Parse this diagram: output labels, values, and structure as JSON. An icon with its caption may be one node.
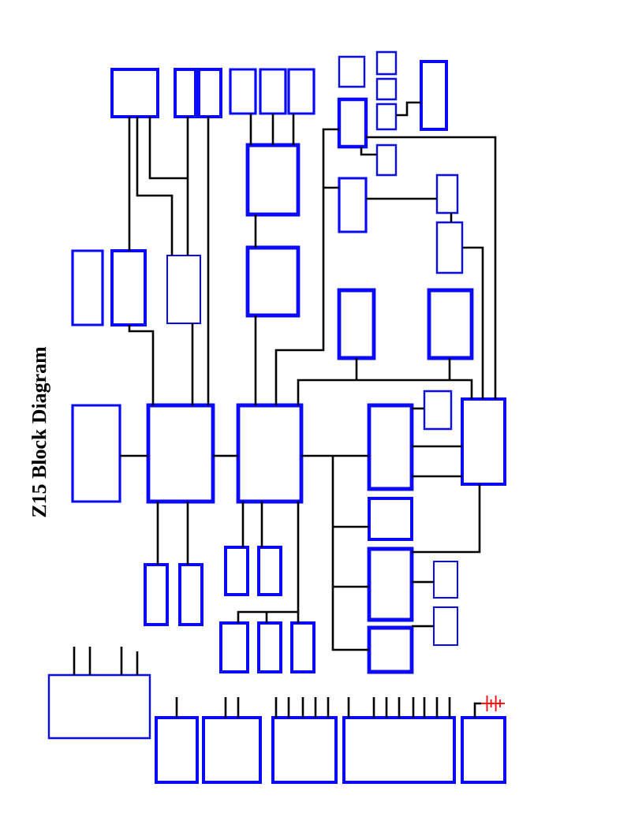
{
  "diagram": {
    "title": "Z15 Block Diagram",
    "nodes": [
      {
        "text": [],
        "shape": "box"
      },
      {
        "text": [],
        "shape": "box"
      },
      {
        "text": [],
        "shape": "box"
      },
      {
        "text": [],
        "shape": "box"
      },
      {
        "text": [],
        "shape": "box"
      },
      {
        "text": [],
        "shape": "box"
      },
      {
        "text": [],
        "shape": "box"
      },
      {
        "text": [],
        "shape": "box"
      },
      {
        "text": [],
        "shape": "box"
      },
      {
        "text": [],
        "shape": "box"
      },
      {
        "text": [],
        "shape": "box"
      },
      {
        "text": [],
        "shape": "box"
      },
      {
        "text": [],
        "shape": "box"
      },
      {
        "text": [],
        "shape": "box"
      },
      {
        "text": [],
        "shape": "box"
      },
      {
        "text": [],
        "shape": "box"
      },
      {
        "text": [],
        "shape": "box"
      },
      {
        "text": [],
        "shape": "box"
      },
      {
        "text": [],
        "shape": "box"
      },
      {
        "text": [],
        "shape": "box"
      },
      {
        "text": [],
        "shape": "box"
      },
      {
        "text": [],
        "shape": "box"
      },
      {
        "text": [],
        "shape": "box"
      },
      {
        "text": [],
        "shape": "box"
      },
      {
        "text": [],
        "shape": "box"
      },
      {
        "text": [],
        "shape": "box"
      },
      {
        "text": [],
        "shape": "box"
      },
      {
        "text": [],
        "shape": "box"
      },
      {
        "text": [],
        "shape": "box"
      },
      {
        "text": [],
        "shape": "box"
      },
      {
        "text": [],
        "shape": "box"
      },
      {
        "text": [],
        "shape": "box"
      },
      {
        "text": [],
        "shape": "box"
      },
      {
        "text": [],
        "shape": "box"
      },
      {
        "text": [],
        "shape": "box"
      },
      {
        "text": [],
        "shape": "box"
      },
      {
        "text": [],
        "shape": "box"
      },
      {
        "text": [],
        "shape": "box"
      },
      {
        "text": [],
        "shape": "box"
      },
      {
        "text": [],
        "shape": "box"
      },
      {
        "text": [],
        "shape": "box"
      },
      {
        "text": [],
        "shape": "box"
      },
      {
        "text": [],
        "shape": "battery"
      },
      {
        "text": [],
        "shape": "box"
      },
      {
        "text": [],
        "shape": "box"
      },
      {
        "text": [],
        "shape": "box"
      },
      {
        "text": [],
        "shape": "box"
      },
      {
        "text": [],
        "shape": "box"
      }
    ],
    "edges": [
      {
        "from": 0,
        "to": 19,
        "arrow": "none"
      },
      {
        "from": 0,
        "to": 20,
        "arrow": "none"
      },
      {
        "from": 0,
        "to": 20,
        "arrow": "none"
      },
      {
        "from": 19,
        "to": 26,
        "arrow": "none"
      },
      {
        "from": 1,
        "to": 20,
        "arrow": "none"
      },
      {
        "from": 20,
        "to": 26,
        "arrow": "none"
      },
      {
        "from": 2,
        "to": 26,
        "arrow": "none"
      },
      {
        "from": 3,
        "to": 13,
        "arrow": "none"
      },
      {
        "from": 4,
        "to": 13,
        "arrow": "none"
      },
      {
        "from": 5,
        "to": 13,
        "arrow": "none"
      },
      {
        "from": 13,
        "to": 17,
        "arrow": "none"
      },
      {
        "from": 17,
        "to": 27,
        "arrow": "none"
      },
      {
        "from": 9,
        "to": 27,
        "arrow": "none"
      },
      {
        "from": 15,
        "to": 27,
        "arrow": "none"
      },
      {
        "from": 21,
        "to": 27,
        "arrow": "none"
      },
      {
        "from": 22,
        "to": 27,
        "arrow": "none"
      },
      {
        "from": 24,
        "to": 27,
        "arrow": "none"
      },
      {
        "from": 9,
        "to": 24,
        "arrow": "none"
      },
      {
        "from": 15,
        "to": 14,
        "arrow": "none"
      },
      {
        "from": 14,
        "to": 16,
        "arrow": "none"
      },
      {
        "from": 16,
        "to": 24,
        "arrow": "none"
      },
      {
        "from": 10,
        "to": 11,
        "arrow": "none"
      },
      {
        "from": 25,
        "to": 26,
        "arrow": "none"
      },
      {
        "from": 26,
        "to": 27,
        "arrow": "none"
      },
      {
        "from": 27,
        "to": 28,
        "arrow": "none"
      },
      {
        "from": 27,
        "to": 29,
        "arrow": "none"
      },
      {
        "from": 27,
        "to": 32,
        "arrow": "none"
      },
      {
        "from": 27,
        "to": 40,
        "arrow": "none"
      },
      {
        "from": 28,
        "to": 23,
        "arrow": "none"
      },
      {
        "from": 28,
        "to": 24,
        "arrow": "none"
      },
      {
        "from": 28,
        "to": 24,
        "arrow": "none"
      },
      {
        "from": 32,
        "to": 24,
        "arrow": "none"
      },
      {
        "from": 32,
        "to": 33,
        "arrow": "none"
      },
      {
        "from": 32,
        "to": 36,
        "arrow": "none"
      },
      {
        "from": 26,
        "to": 34,
        "arrow": "none"
      },
      {
        "from": 26,
        "to": 35,
        "arrow": "none"
      },
      {
        "from": 27,
        "to": 30,
        "arrow": "none"
      },
      {
        "from": 27,
        "to": 31,
        "arrow": "none"
      },
      {
        "from": 27,
        "to": 37,
        "arrow": "none"
      },
      {
        "from": 27,
        "to": 38,
        "arrow": "none"
      },
      {
        "from": 27,
        "to": 39,
        "arrow": "none"
      },
      {
        "from": 47,
        "to": 42,
        "arrow": "none"
      },
      {
        "from": 41,
        "to": null,
        "arrow": "none"
      },
      {
        "from": 41,
        "to": null,
        "arrow": "none"
      },
      {
        "from": 41,
        "to": null,
        "arrow": "none"
      },
      {
        "from": 41,
        "to": null,
        "arrow": "none"
      },
      {
        "from": 43,
        "to": null,
        "arrow": "none"
      },
      {
        "from": 44,
        "to": null,
        "arrow": "none"
      },
      {
        "from": 44,
        "to": null,
        "arrow": "none"
      },
      {
        "from": 45,
        "to": null,
        "arrow": "none"
      },
      {
        "from": 45,
        "to": null,
        "arrow": "none"
      },
      {
        "from": 45,
        "to": null,
        "arrow": "none"
      },
      {
        "from": 45,
        "to": null,
        "arrow": "none"
      },
      {
        "from": 45,
        "to": null,
        "arrow": "none"
      },
      {
        "from": 46,
        "to": null,
        "arrow": "none"
      },
      {
        "from": 46,
        "to": null,
        "arrow": "none"
      },
      {
        "from": 46,
        "to": null,
        "arrow": "none"
      },
      {
        "from": 46,
        "to": null,
        "arrow": "none"
      },
      {
        "from": 46,
        "to": null,
        "arrow": "none"
      },
      {
        "from": 46,
        "to": null,
        "arrow": "none"
      },
      {
        "from": 46,
        "to": null,
        "arrow": "none"
      },
      {
        "from": 46,
        "to": null,
        "arrow": "none"
      },
      {
        "from": 9,
        "to": 12,
        "arrow": "none"
      }
    ]
  }
}
